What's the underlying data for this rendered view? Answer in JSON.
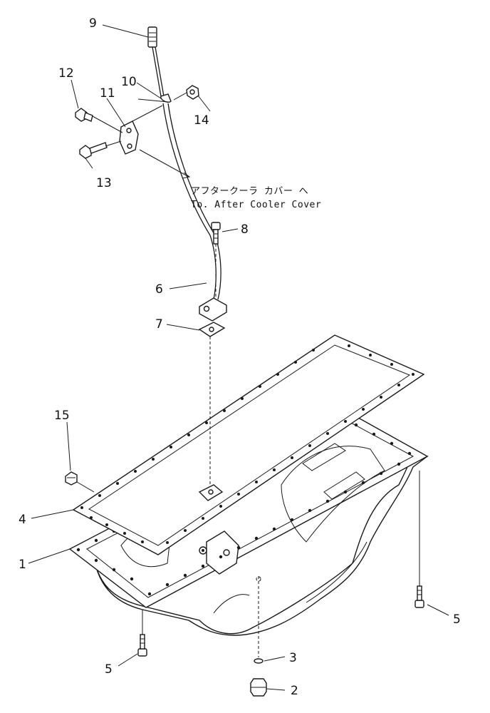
{
  "callouts": {
    "c1": "1",
    "c2": "2",
    "c3": "3",
    "c4": "4",
    "c5a": "5",
    "c5b": "5",
    "c6": "6",
    "c7": "7",
    "c8": "8",
    "c9": "9",
    "c10": "10",
    "c11": "11",
    "c12": "12",
    "c13": "13",
    "c14": "14",
    "c15": "15"
  },
  "annotation": {
    "japanese": "アフタークーラ カバー へ",
    "english": "To. After Cooler Cover"
  },
  "colors": {
    "ink": "#1a1a1a",
    "paper": "#ffffff"
  }
}
